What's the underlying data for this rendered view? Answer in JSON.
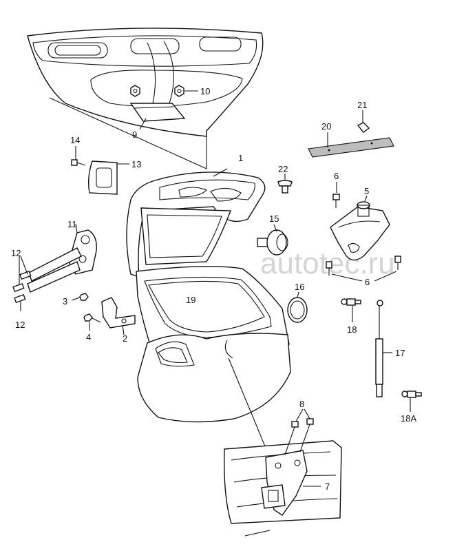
{
  "watermark": "autotec.ru",
  "parts": [
    {
      "id": "p1",
      "label": "1"
    },
    {
      "id": "p2",
      "label": "2"
    },
    {
      "id": "p3",
      "label": "3"
    },
    {
      "id": "p4",
      "label": "4"
    },
    {
      "id": "p5",
      "label": "5"
    },
    {
      "id": "p6a",
      "label": "6"
    },
    {
      "id": "p6b",
      "label": "6"
    },
    {
      "id": "p7",
      "label": "7"
    },
    {
      "id": "p8",
      "label": "8"
    },
    {
      "id": "p9",
      "label": "9"
    },
    {
      "id": "p10",
      "label": "10"
    },
    {
      "id": "p11",
      "label": "11"
    },
    {
      "id": "p12a",
      "label": "12"
    },
    {
      "id": "p12b",
      "label": "12"
    },
    {
      "id": "p13",
      "label": "13"
    },
    {
      "id": "p14",
      "label": "14"
    },
    {
      "id": "p15",
      "label": "15"
    },
    {
      "id": "p16",
      "label": "16"
    },
    {
      "id": "p17",
      "label": "17"
    },
    {
      "id": "p18",
      "label": "18"
    },
    {
      "id": "p18a",
      "label": "18A"
    },
    {
      "id": "p19",
      "label": "19"
    },
    {
      "id": "p20",
      "label": "20"
    },
    {
      "id": "p21",
      "label": "21"
    },
    {
      "id": "p22",
      "label": "22"
    }
  ]
}
